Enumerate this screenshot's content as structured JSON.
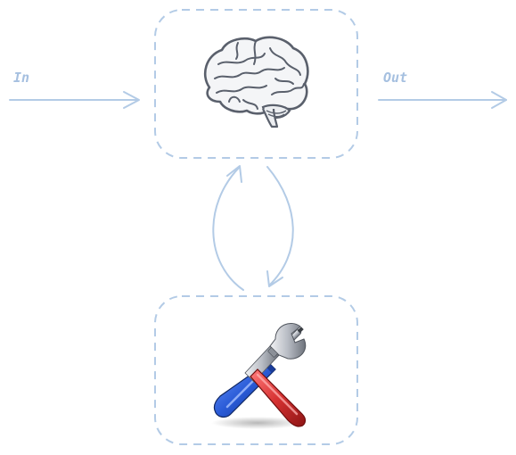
{
  "diagram": {
    "input_label": "In",
    "output_label": "Out",
    "nodes": [
      {
        "id": "model",
        "icon": "brain-icon"
      },
      {
        "id": "tools",
        "icon": "tools-icon"
      }
    ],
    "edges": [
      {
        "from": "input",
        "to": "model"
      },
      {
        "from": "model",
        "to": "output"
      },
      {
        "from": "model",
        "to": "tools"
      },
      {
        "from": "tools",
        "to": "model"
      }
    ]
  },
  "colors": {
    "stroke": "#b3cbe6",
    "label": "#a6c0e0",
    "brain_fill": "#f4f5f7",
    "brain_stroke": "#5a606c",
    "screwdriver_handle": "#2a5bd7",
    "wrench_handle": "#d63232",
    "metal": "#c4c8cf"
  }
}
